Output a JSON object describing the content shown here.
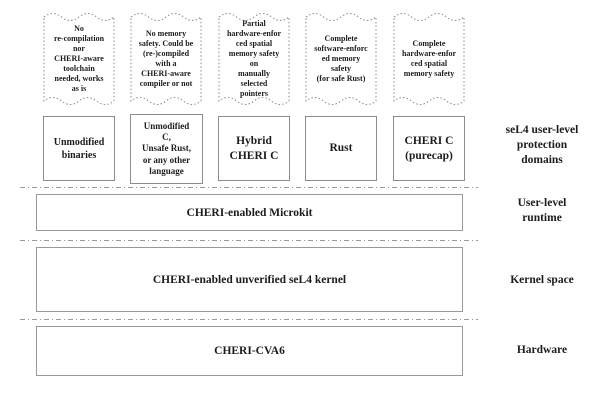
{
  "diagram": {
    "columns": [
      {
        "annotation": "No\nre-compilation\nnor\nCHERI-aware\ntoolchain\nneeded, works\nas is",
        "box": "Unmodified\nbinaries"
      },
      {
        "annotation": "No memory\nsafety. Could be\n(re-)compiled\nwith a\nCHERI-aware\ncompiler or not",
        "box": "Unmodified\nC,\nUnsafe Rust,\nor any other\nlanguage"
      },
      {
        "annotation": "Partial\nhardware-enfor\nced spatial\nmemory safety\non\nmanually\nselected\npointers",
        "box": "Hybrid\nCHERI C"
      },
      {
        "annotation": "Complete\nsoftware-enforc\ned memory\nsafety\n(for safe Rust)",
        "box": "Rust"
      },
      {
        "annotation": "Complete\nhardware-enfor\nced spatial\nmemory safety",
        "box": "CHERI C\n(purecap)"
      }
    ],
    "layers": [
      {
        "label": "CHERI-enabled Microkit"
      },
      {
        "label": "CHERI-enabled unverified seL4 kernel"
      },
      {
        "label": "CHERI-CVA6"
      }
    ],
    "side_labels": [
      "seL4 user-level\nprotection\ndomains",
      "User-level\nruntime",
      "Kernel space",
      "Hardware"
    ],
    "colors": {
      "background": "#ffffff",
      "text": "#1c1c1c",
      "box_border": "#8c8c8c",
      "separator": "#9a9a9a"
    }
  }
}
